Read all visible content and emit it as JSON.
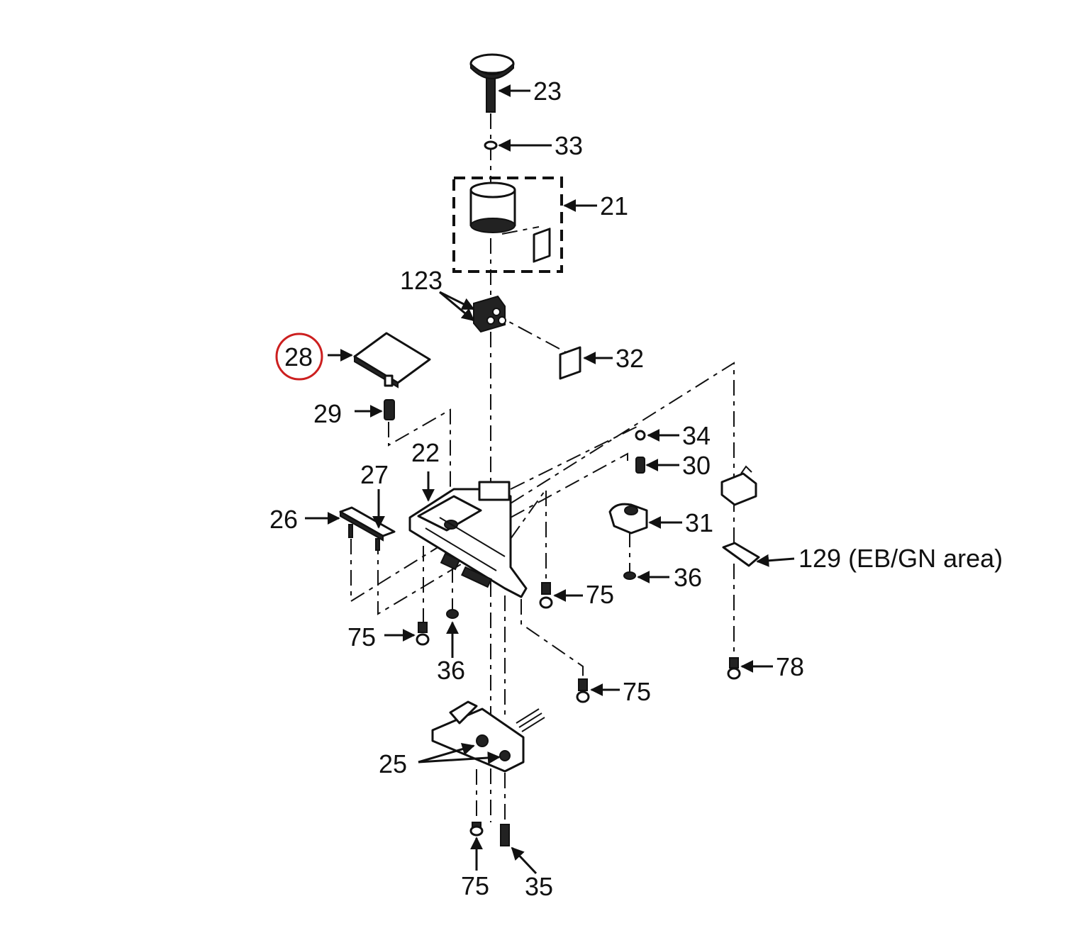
{
  "diagram": {
    "highlight_color": "#cc1f1f",
    "line_color": "#111111",
    "highlighted_callout": "28",
    "callouts": {
      "c23": "23",
      "c33": "33",
      "c21": "21",
      "c123": "123",
      "c28": "28",
      "c32": "32",
      "c29": "29",
      "c22": "22",
      "c27": "27",
      "c34": "34",
      "c30": "30",
      "c26": "26",
      "c31": "31",
      "c129": "129 (EB/GN area)",
      "c36a": "36",
      "c75a": "75",
      "c75b": "75",
      "c36b": "36",
      "c78": "78",
      "c75c": "75",
      "c25": "25",
      "c75d": "75",
      "c35": "35"
    }
  }
}
